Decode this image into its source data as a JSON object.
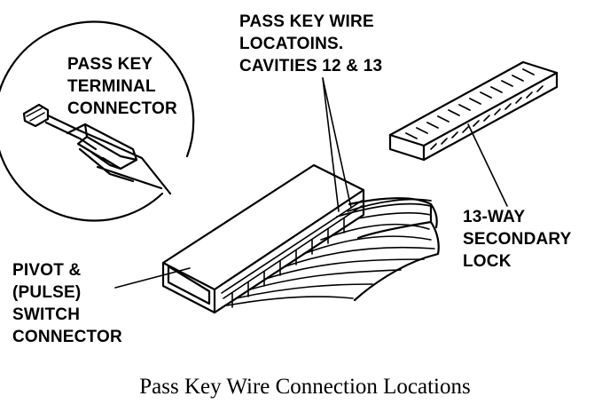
{
  "labels": {
    "terminal_connector": [
      "PASS KEY",
      "TERMINAL",
      "CONNECTOR"
    ],
    "wire_locations": [
      "PASS KEY WIRE",
      "LOCATOINS.",
      "CAVITIES 12 & 13"
    ],
    "secondary_lock": [
      "13-WAY",
      "SECONDARY",
      "LOCK"
    ],
    "switch_connector": [
      "PIVOT &",
      "(PULSE)",
      "SWITCH",
      "CONNECTOR"
    ]
  },
  "caption": "Pass Key Wire Connection Locations",
  "colors": {
    "ink": "#000000",
    "paper": "#ffffff"
  }
}
